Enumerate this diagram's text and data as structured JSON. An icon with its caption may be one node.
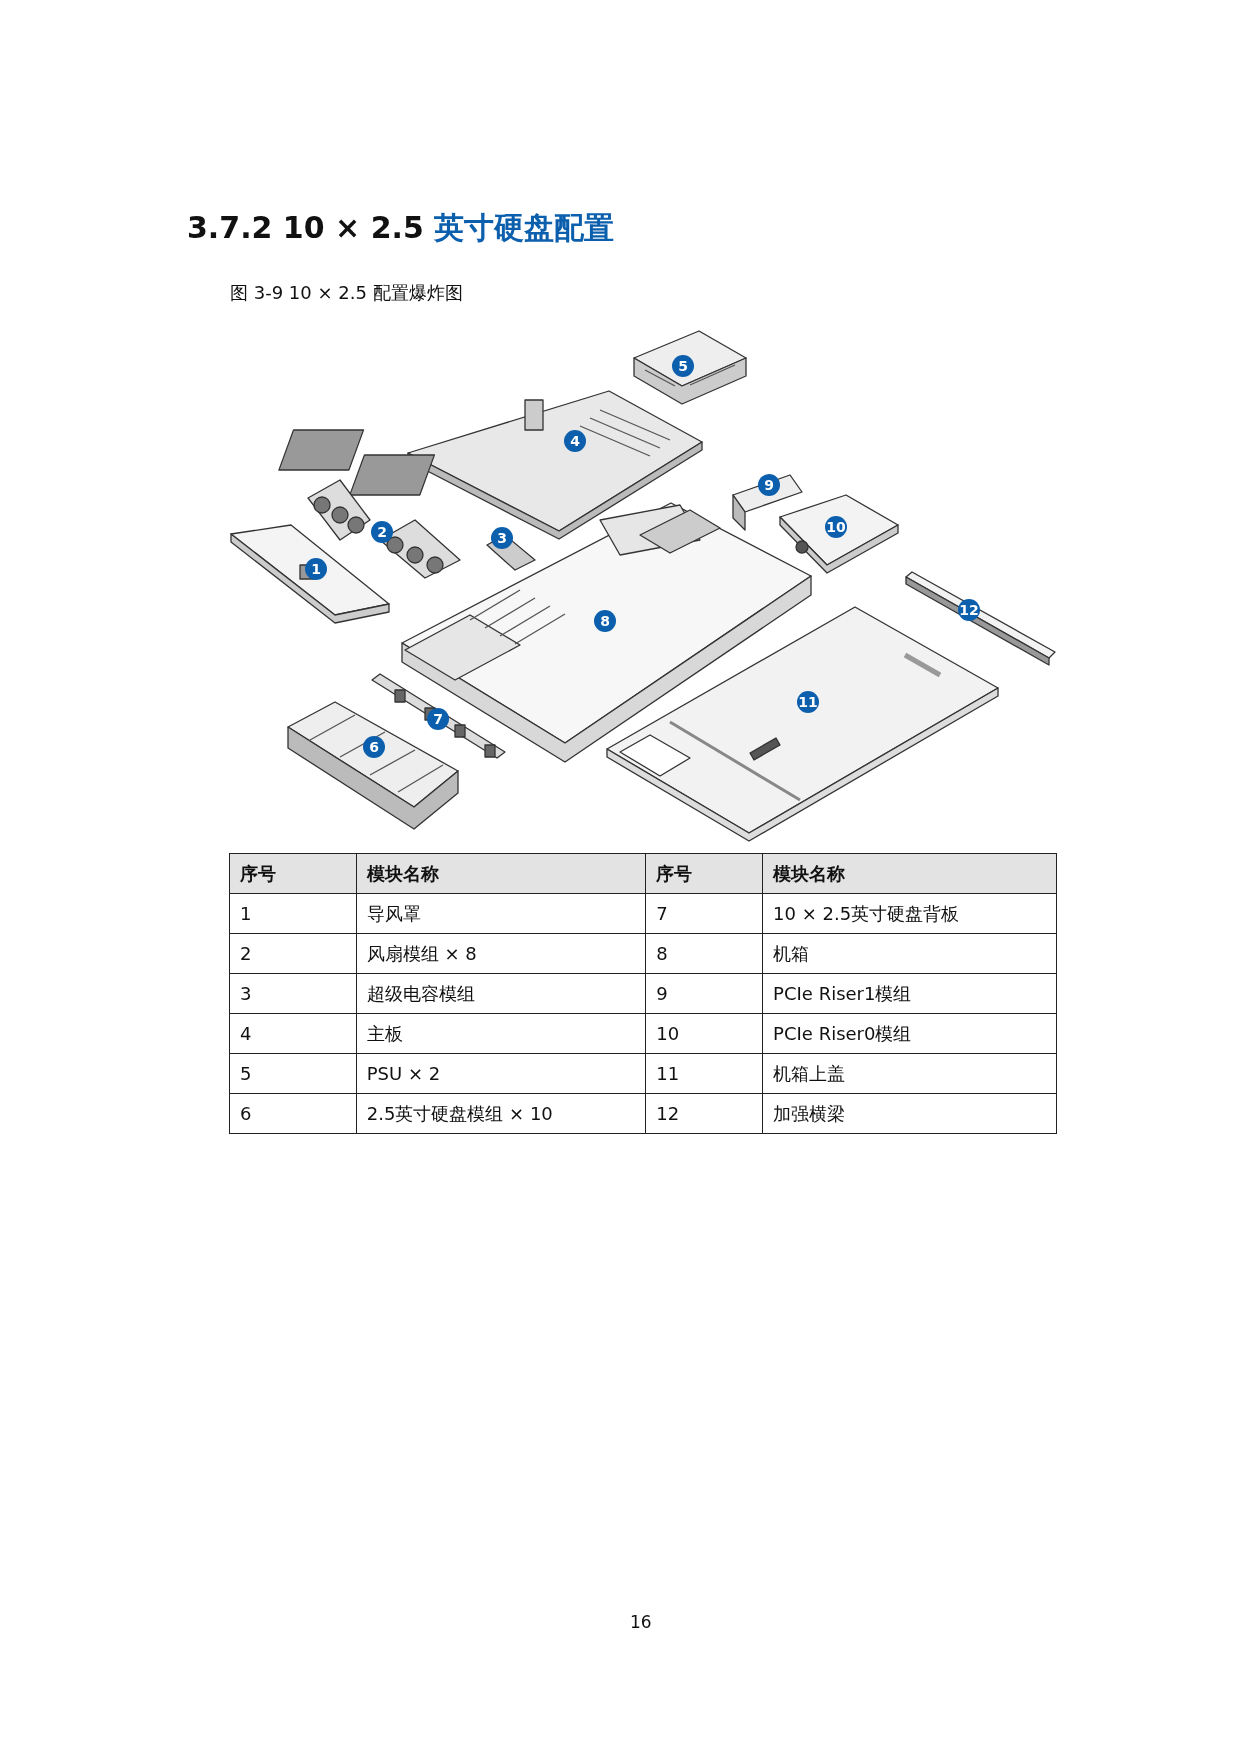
{
  "diagram": {
    "title": "3.7.2 10 × 2.5 英寸硬盘配置",
    "caption": "图 3-9 10 × 2.5 配置爆炸图",
    "labels": [
      "5",
      "4",
      "9",
      "10",
      "2",
      "3",
      "1",
      "12",
      "8",
      "11",
      "7",
      "6",
      "序号",
      "模块名称",
      "序号",
      "模块名称",
      "1",
      "导风罩",
      "7",
      "10 × 2.5英寸硬盘背板",
      "2",
      "风扇模组 × 8",
      "8",
      "机箱",
      "3",
      "超级电容模组",
      "9",
      "PCIe Riser1模组",
      "4",
      "主板",
      "10",
      "PCIe Riser0模组",
      "5",
      "PSU × 2",
      "11",
      "机箱上盖",
      "6",
      "2.5英寸硬盘模组 × 10",
      "12",
      "加强横梁",
      "16"
    ]
  }
}
